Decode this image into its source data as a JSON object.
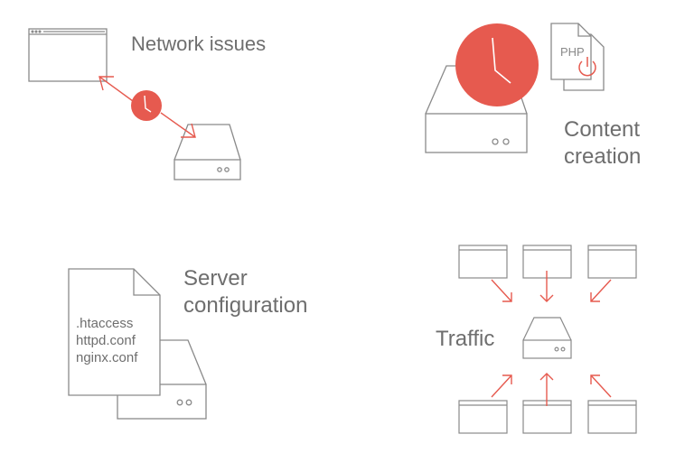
{
  "colors": {
    "stroke": "#8a8a8a",
    "accent": "#e65a4f",
    "text": "#6e6e6e"
  },
  "panels": {
    "network": {
      "label": "Network issues"
    },
    "content": {
      "label_line1": "Content",
      "label_line2": "creation",
      "php_label": "PHP"
    },
    "server": {
      "label_line1": "Server",
      "label_line2": "configuration",
      "files": [
        ".htaccess",
        "httpd.conf",
        "nginx.conf"
      ]
    },
    "traffic": {
      "label": "Traffic"
    }
  },
  "icons": [
    "browser-window-icon",
    "server-icon",
    "clock-icon",
    "php-file-icon",
    "power-icon",
    "config-file-icon"
  ]
}
